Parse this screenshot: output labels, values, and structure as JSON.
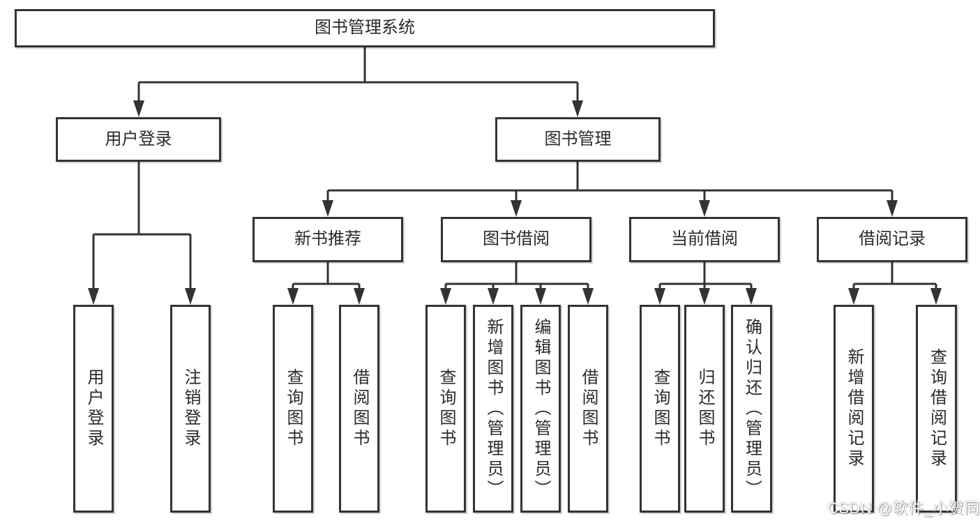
{
  "tree": {
    "label": "图书管理系统",
    "children": [
      {
        "label": "用户登录",
        "children": [
          {
            "label": "用户登录"
          },
          {
            "label": "注销登录"
          }
        ]
      },
      {
        "label": "图书管理",
        "children": [
          {
            "label": "新书推荐",
            "children": [
              {
                "label": "查询图书"
              },
              {
                "label": "借阅图书"
              }
            ]
          },
          {
            "label": "图书借阅",
            "children": [
              {
                "label": "查询图书"
              },
              {
                "label": "新增图书（管理员）"
              },
              {
                "label": "编辑图书（管理员）"
              },
              {
                "label": "借阅图书"
              }
            ]
          },
          {
            "label": "当前借阅",
            "children": [
              {
                "label": "查询图书"
              },
              {
                "label": "归还图书"
              },
              {
                "label": "确认归还（管理员）"
              }
            ]
          },
          {
            "label": "借阅记录",
            "children": [
              {
                "label": "新增借阅记录"
              },
              {
                "label": "查询借阅记录"
              }
            ]
          }
        ]
      }
    ]
  },
  "watermark": "CSDN @软件_小贺同学",
  "colors": {
    "line": "#333333",
    "box_border": "#333333",
    "text": "#2a2a2a",
    "background": "#ffffff",
    "watermark_text": "#f5f5f5"
  }
}
